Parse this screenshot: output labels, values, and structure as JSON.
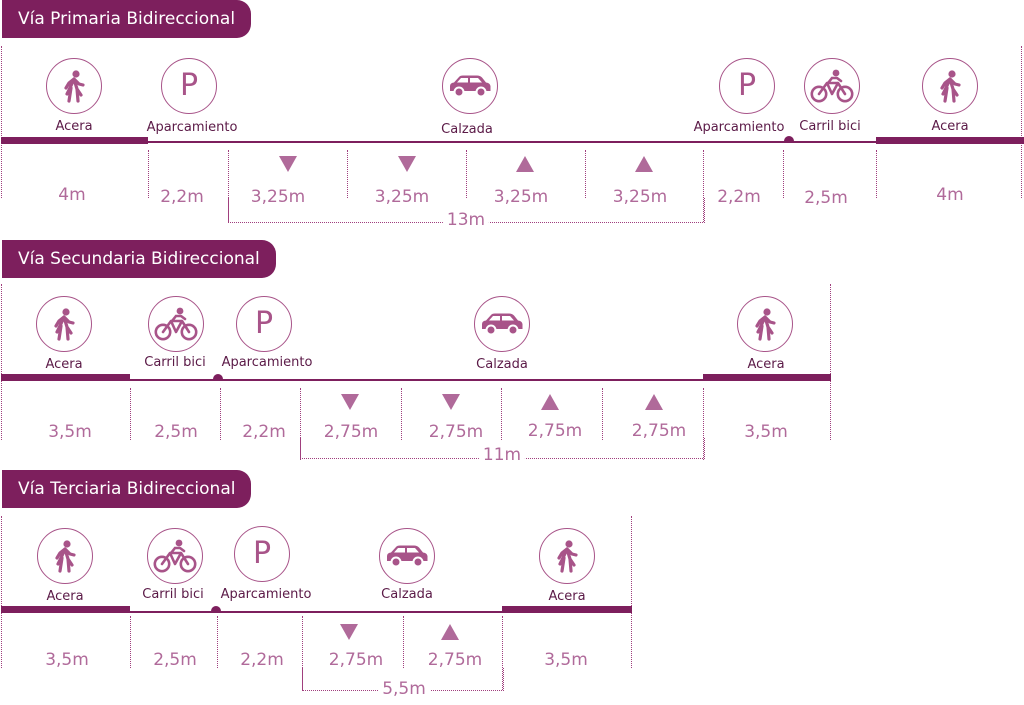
{
  "colors": {
    "primary": "#7d1f5d",
    "accent": "#a85489",
    "measure": "#b06a9a"
  },
  "sections": [
    {
      "title": "Vía Primaria Bidireccional",
      "labels": [
        "Acera",
        "Aparcamiento",
        "Calzada",
        "Aparcamiento",
        "Carril bici",
        "Acera"
      ],
      "icons": [
        "pedestrian-icon",
        "parking-icon",
        "car-icon",
        "parking-icon",
        "bicycle-icon",
        "pedestrian-icon"
      ],
      "widths": [
        "4m",
        "2,2m",
        "3,25m",
        "3,25m",
        "3,25m",
        "3,25m",
        "2,2m",
        "2,5m",
        "4m"
      ],
      "lane_directions": [
        "down",
        "down",
        "up",
        "up"
      ],
      "carriageway_width": "13m"
    },
    {
      "title": "Vía Secundaria Bidireccional",
      "labels": [
        "Acera",
        "Carril bici",
        "Aparcamiento",
        "Calzada",
        "Acera"
      ],
      "icons": [
        "pedestrian-icon",
        "bicycle-icon",
        "parking-icon",
        "car-icon",
        "pedestrian-icon"
      ],
      "widths": [
        "3,5m",
        "2,5m",
        "2,2m",
        "2,75m",
        "2,75m",
        "2,75m",
        "2,75m",
        "3,5m"
      ],
      "lane_directions": [
        "down",
        "down",
        "up",
        "up"
      ],
      "carriageway_width": "11m"
    },
    {
      "title": "Vía Terciaria Bidireccional",
      "labels": [
        "Acera",
        "Carril bici",
        "Aparcamiento",
        "Calzada",
        "Acera"
      ],
      "icons": [
        "pedestrian-icon",
        "bicycle-icon",
        "parking-icon",
        "car-icon",
        "pedestrian-icon"
      ],
      "widths": [
        "3,5m",
        "2,5m",
        "2,2m",
        "2,75m",
        "2,75m",
        "3,5m"
      ],
      "lane_directions": [
        "down",
        "up"
      ],
      "carriageway_width": "5,5m"
    }
  ]
}
